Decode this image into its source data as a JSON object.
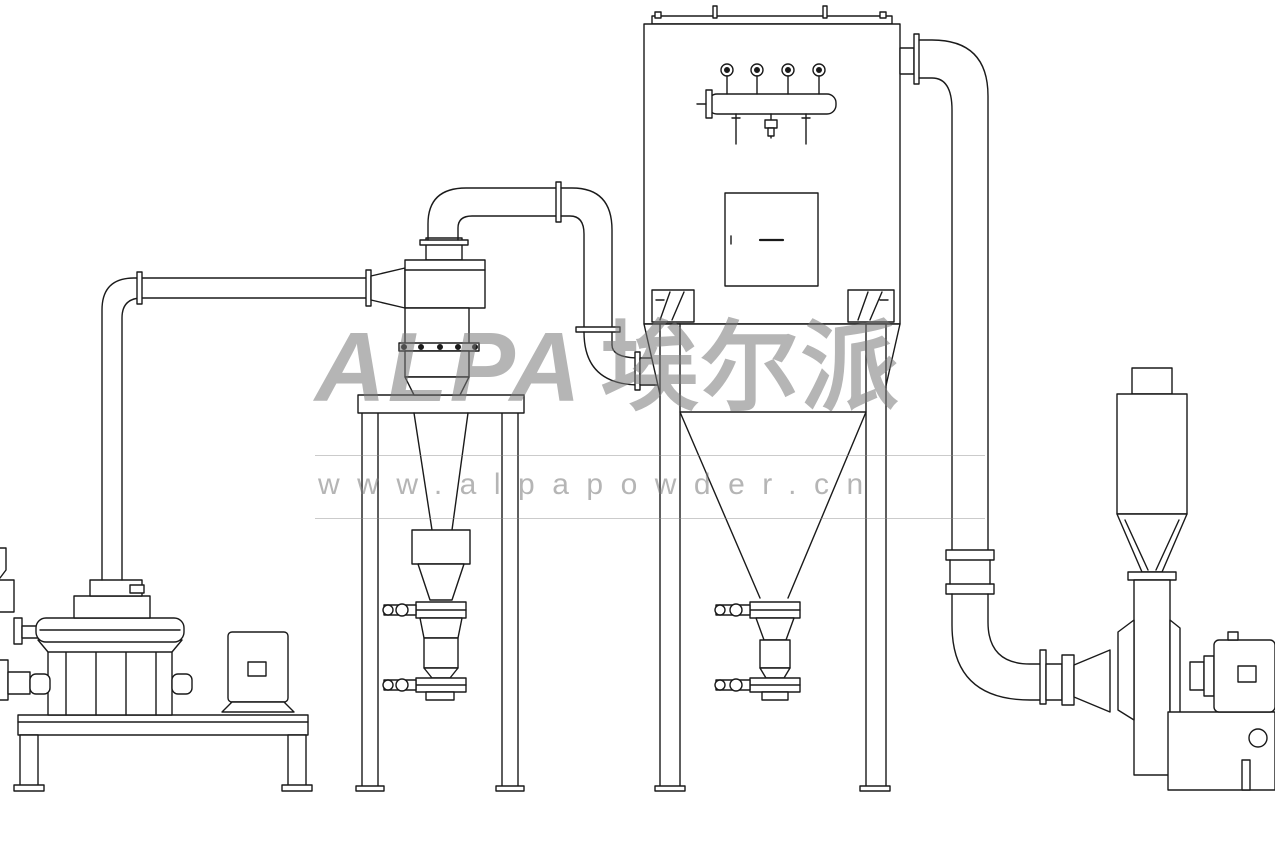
{
  "watermark": {
    "brand_latin": "ALPA",
    "brand_chinese": "埃尔派",
    "url": "www.alpapowder.cn",
    "color": "#888888"
  },
  "drawing": {
    "line_color": "#1a1a1a",
    "background": "#ffffff"
  }
}
